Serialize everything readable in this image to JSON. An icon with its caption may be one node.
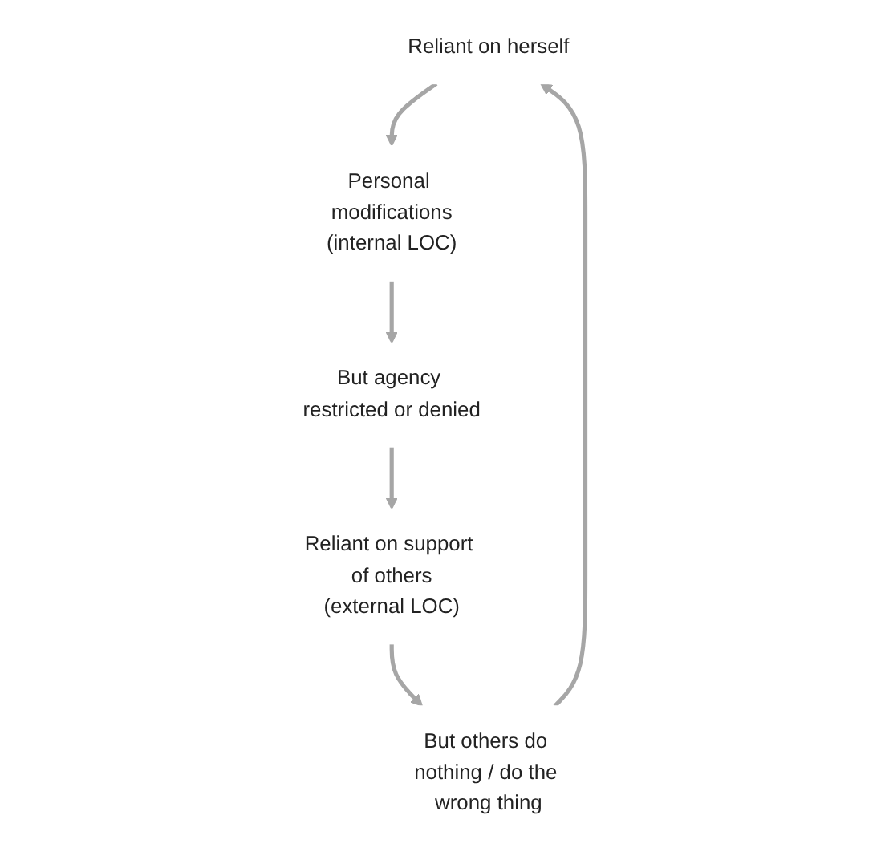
{
  "diagram": {
    "nodes": [
      {
        "text": [
          "Reliant on herself"
        ]
      },
      {
        "text": [
          "Personal modifications",
          "(internal LOC)"
        ]
      },
      {
        "text": [
          "But agency restricted or denied"
        ]
      },
      {
        "text": [
          "Reliant on support of others",
          "(external LOC)"
        ]
      },
      {
        "text": [
          "But others do nothing / do the wrong thing"
        ]
      }
    ],
    "edges": [
      {
        "from": 0,
        "to": 1,
        "arrow": "to"
      },
      {
        "from": 1,
        "to": 2,
        "arrow": "to"
      },
      {
        "from": 2,
        "to": 3,
        "arrow": "to"
      },
      {
        "from": 3,
        "to": 4,
        "arrow": "to"
      },
      {
        "from": 4,
        "to": 0,
        "arrow": "to"
      }
    ]
  }
}
